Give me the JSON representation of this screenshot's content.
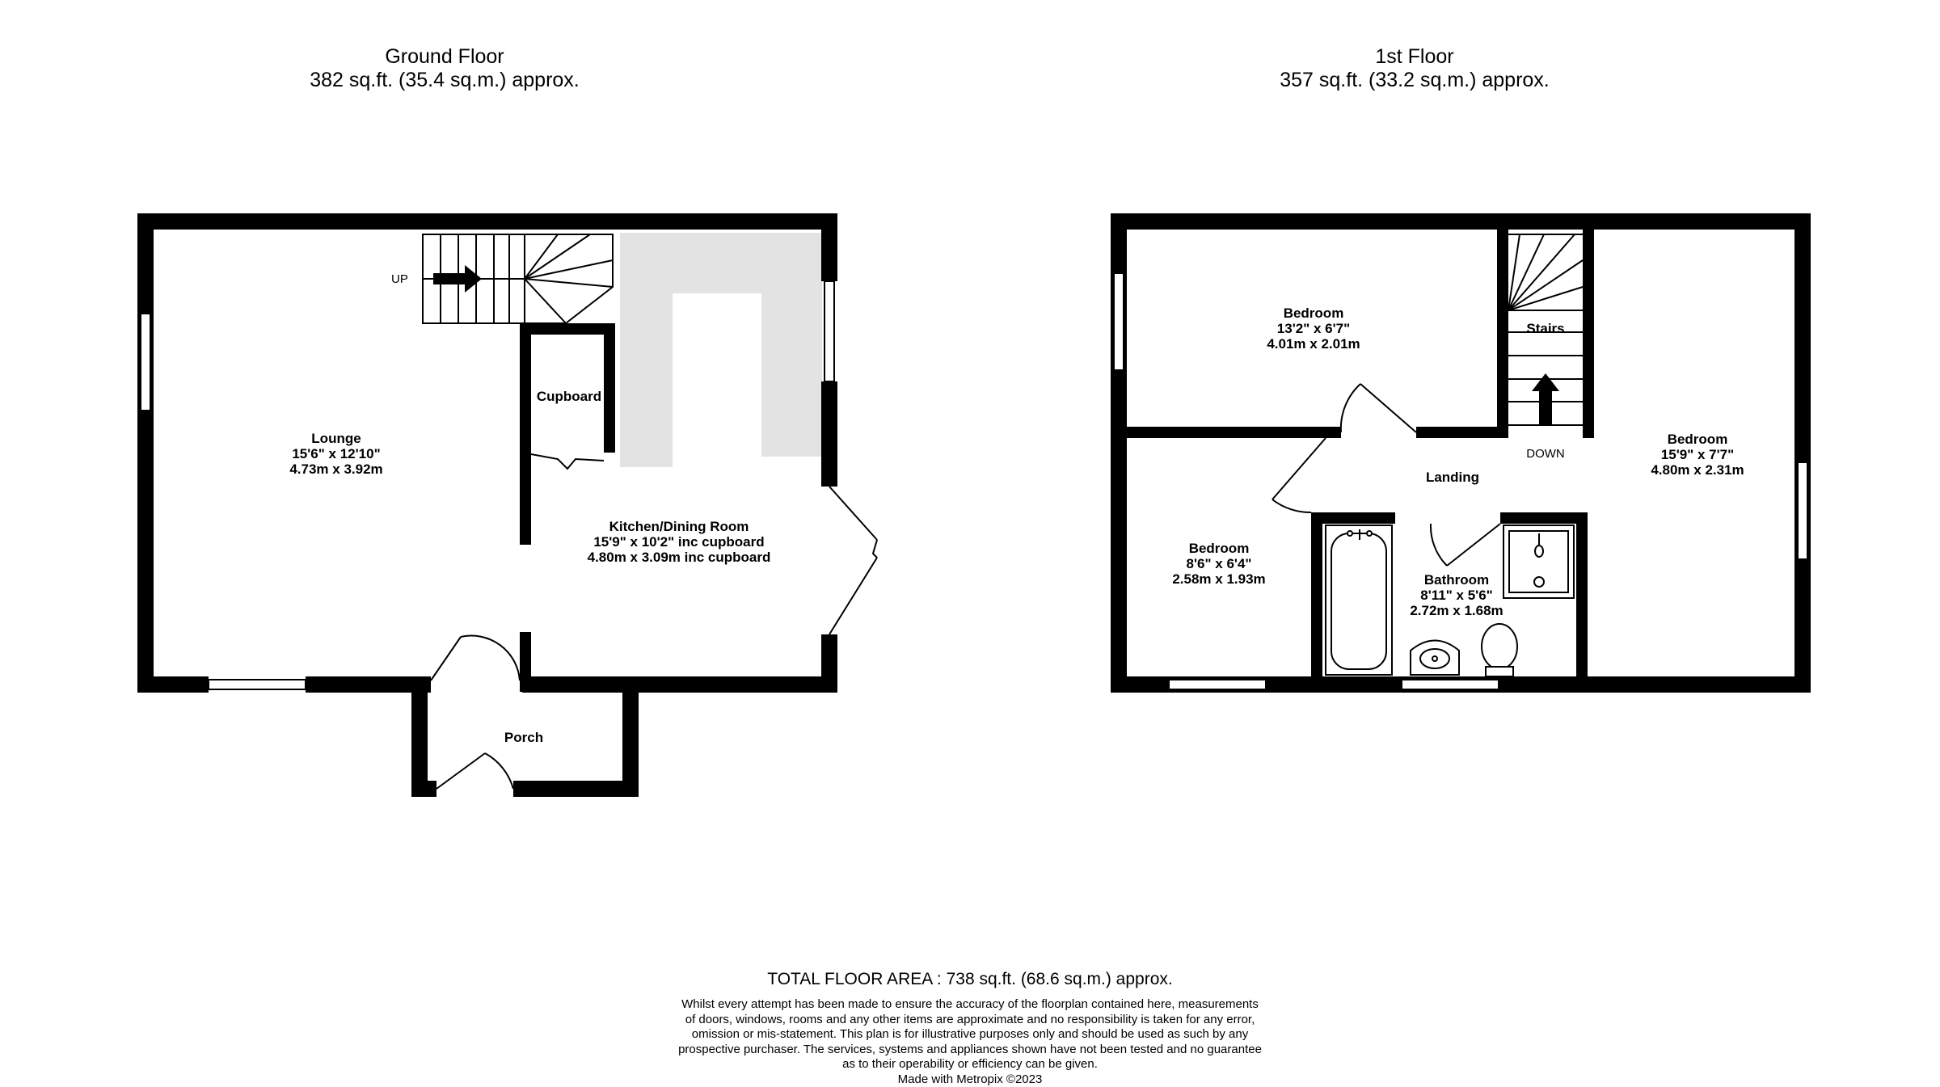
{
  "ground_floor": {
    "title": "Ground Floor",
    "area": "382 sq.ft. (35.4 sq.m.) approx.",
    "stair_label": "UP",
    "rooms": {
      "lounge": {
        "name": "Lounge",
        "imperial": "15'6\"  x 12'10\"",
        "metric": "4.73m  x 3.92m"
      },
      "cupboard": {
        "name": "Cupboard"
      },
      "kitchen": {
        "name": "Kitchen/Dining Room",
        "imperial": "15'9\"  x 10'2\" inc cupboard",
        "metric": "4.80m  x 3.09m inc cupboard"
      },
      "porch": {
        "name": "Porch"
      }
    }
  },
  "first_floor": {
    "title": "1st Floor",
    "area": "357 sq.ft. (33.2 sq.m.) approx.",
    "stair_label": "DOWN",
    "rooms": {
      "bedroom1": {
        "name": "Bedroom",
        "imperial": "13'2\"  x 6'7\"",
        "metric": "4.01m  x 2.01m"
      },
      "stairs": {
        "name": "Stairs"
      },
      "bedroom2": {
        "name": "Bedroom",
        "imperial": "15'9\"  x 7'7\"",
        "metric": "4.80m  x 2.31m"
      },
      "landing": {
        "name": "Landing"
      },
      "bedroom3": {
        "name": "Bedroom",
        "imperial": "8'6\"  x 6'4\"",
        "metric": "2.58m  x 1.93m"
      },
      "bathroom": {
        "name": "Bathroom",
        "imperial": "8'11\"  x 5'6\"",
        "metric": "2.72m  x 1.68m"
      }
    }
  },
  "footer": {
    "total": "TOTAL FLOOR AREA : 738 sq.ft. (68.6 sq.m.) approx.",
    "disclaimer": [
      "Whilst every attempt has been made to ensure the accuracy of the floorplan contained here, measurements",
      "of doors, windows, rooms and any other items are approximate and no responsibility is taken for any error,",
      "omission or mis-statement. This plan is for illustrative purposes only and should be used as such by any",
      "prospective purchaser. The services, systems and appliances shown have not been tested and no guarantee",
      "as to their operability or efficiency can be given."
    ],
    "credit": "Made with Metropix ©2023"
  }
}
